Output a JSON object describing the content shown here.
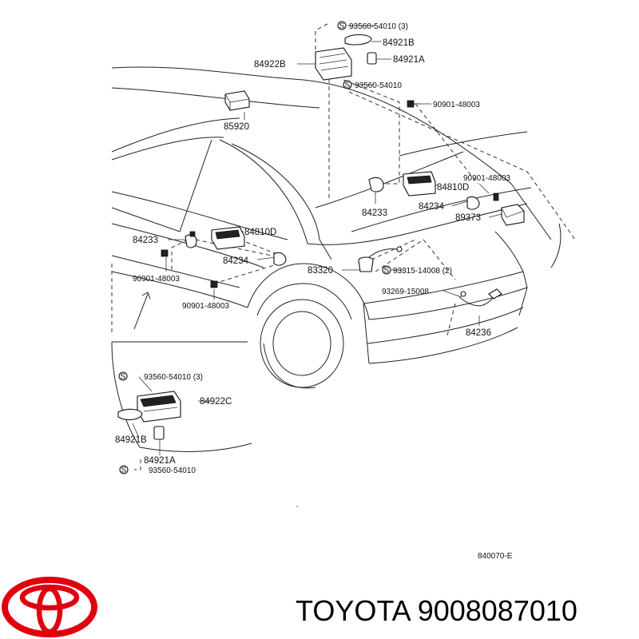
{
  "labels": {
    "top_bolt_qty": "93560-54010 (3)",
    "cover_b_top": "84921B",
    "switch_b": "84922B",
    "cover_a_top": "84921A",
    "top_bolt": "93560-54010",
    "screw_right_1": "90901-48003",
    "part_85920": "85920",
    "screw_right_2": "90901-48003",
    "switch_d_right": "84810D",
    "clip_right_84233": "84233",
    "clip_right_84234": "84234",
    "part_89373": "89373",
    "clip_left_84233": "84233",
    "switch_d_left": "84810D",
    "clip_left_84234": "84234",
    "part_83320": "83320",
    "screw_93315": "93315-14008 (2)",
    "screw_left_1": "90901-48003",
    "screw_left_2": "90901-48003",
    "grommet": "93269-15008",
    "harness": "84236",
    "inset_bolt_qty": "93560-54010 (3)",
    "switch_c": "84922C",
    "cover_b_inset": "84921B",
    "cover_a_inset": "84921A",
    "inset_bolt": "93560-54010",
    "s_mark": "S"
  },
  "diagram_code": "840070-E",
  "brand": {
    "caption": "TOYOTA 9008087010",
    "logo_color": "#e0000f"
  }
}
